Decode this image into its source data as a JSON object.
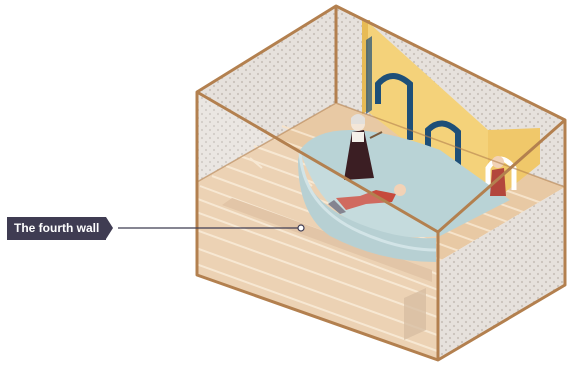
{
  "diagram": {
    "callout": {
      "label": "The fourth wall"
    },
    "colors": {
      "frame": "#b3804f",
      "wall_face": "#e6e1dc",
      "wall_dots": "#c9c2bb",
      "floor": "#e8c9a4",
      "plank_line": "#f6e3ca",
      "stage": "#b9d3d6",
      "stage_rim": "#a8c6ca",
      "yellow_wall": "#f4d27a",
      "arch": "#1e4f78",
      "label_bg": "#3f3c52",
      "label_text": "#ffffff",
      "leader": "#3f3c52"
    },
    "figures": [
      "villain-figure",
      "fallen-actor-figure",
      "watching-figure"
    ]
  }
}
